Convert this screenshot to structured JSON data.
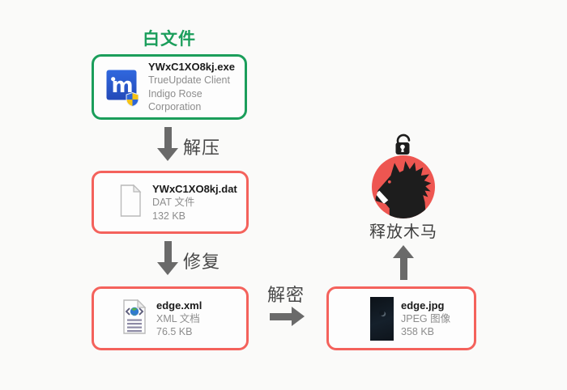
{
  "title": "白文件",
  "labels": {
    "step1": "解压",
    "step2": "修复",
    "step3": "解密",
    "result": "释放木马"
  },
  "files": {
    "exe": {
      "name": "YWxC1XO8kj.exe",
      "meta1": "TrueUpdate Client",
      "meta2": "Indigo Rose Corporation"
    },
    "dat": {
      "name": "YWxC1XO8kj.dat",
      "meta1": "DAT 文件",
      "meta2": "132 KB"
    },
    "xml": {
      "name": "edge.xml",
      "meta1": "XML 文档",
      "meta2": "76.5 KB"
    },
    "jpg": {
      "name": "edge.jpg",
      "meta1": "JPEG 图像",
      "meta2": "358 KB"
    }
  },
  "icons": {
    "exe": "trueupdate-m-app-icon-with-uac-shield",
    "dat": "blank-document-icon",
    "xml": "xml-document-globe-icon",
    "jpg": "dark-photo-thumbnail",
    "trojan": "trojan-horse-in-red-circle",
    "padlock": "open-padlock-icon",
    "arrows": [
      "arrow-down",
      "arrow-down",
      "arrow-right",
      "arrow-up"
    ]
  },
  "colors": {
    "green": "#1b9e5b",
    "red_border": "#f4625c",
    "trojan_red": "#ee5651",
    "arrow_gray": "#6a6a6a",
    "label_text": "#474747",
    "file_name_text": "#1a1a1a",
    "file_meta_text": "#8d8d8d",
    "exe_icon_blue": "#2d5ed6",
    "background": "#fafaf9"
  }
}
